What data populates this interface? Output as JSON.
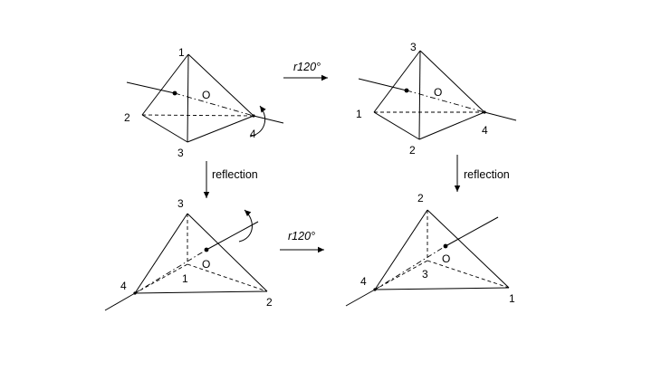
{
  "operations": {
    "rotation_label": "r120°",
    "reflection_label": "reflection"
  },
  "center_label": "O",
  "figures": {
    "top_left": {
      "vertices": [
        "1",
        "2",
        "3",
        "4"
      ]
    },
    "top_right": {
      "vertices": [
        "3",
        "1",
        "2",
        "4"
      ]
    },
    "bottom_left": {
      "vertices": [
        "3",
        "4",
        "1",
        "2"
      ]
    },
    "bottom_right": {
      "vertices": [
        "2",
        "4",
        "3",
        "1"
      ]
    }
  }
}
